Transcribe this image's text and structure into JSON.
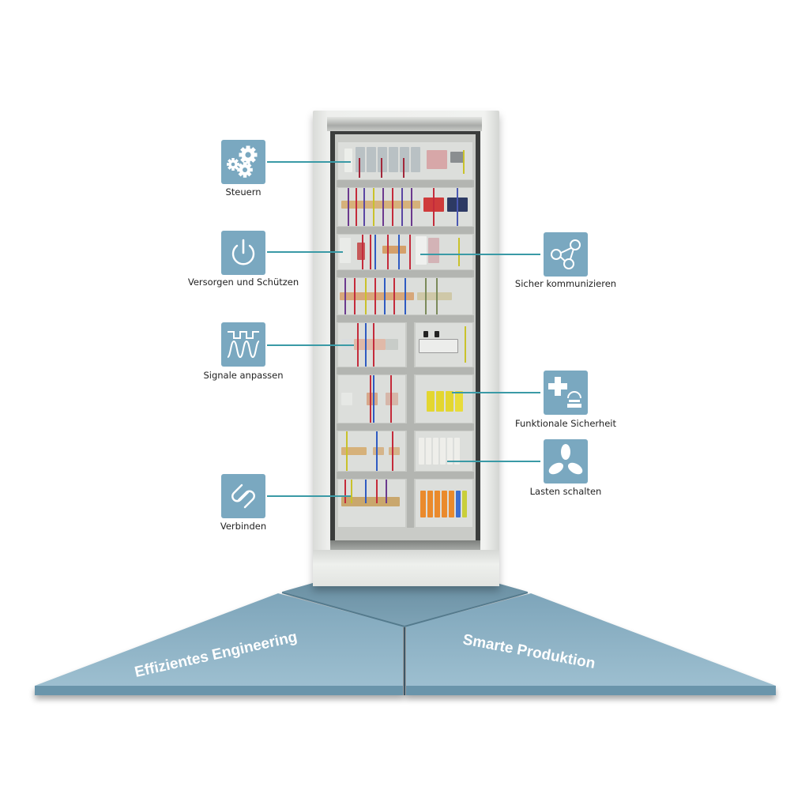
{
  "diagram": {
    "left_features": [
      {
        "label": "Steuern",
        "icon": "gears-icon"
      },
      {
        "label": "Versorgen und Schützen",
        "icon": "power-icon"
      },
      {
        "label": "Signale anpassen",
        "icon": "signal-wave-icon"
      },
      {
        "label": "Verbinden",
        "icon": "link-icon"
      }
    ],
    "right_features": [
      {
        "label": "Sicher kommunizieren",
        "icon": "network-nodes-icon"
      },
      {
        "label": "Funktionale Sicherheit",
        "icon": "safety-cross-button-icon"
      },
      {
        "label": "Lasten schalten",
        "icon": "fan-propeller-icon"
      }
    ],
    "platform": {
      "left_label": "Effizientes Engineering",
      "right_label": "Smarte Produktion"
    },
    "central_object": "control-cabinet"
  },
  "colors": {
    "icon_tile": "#7aa8c0",
    "leader_line": "#3a9aa6",
    "platform_top": "#8fb3c6",
    "platform_side": "#6d97ad",
    "platform_center": "#6f95a8"
  }
}
